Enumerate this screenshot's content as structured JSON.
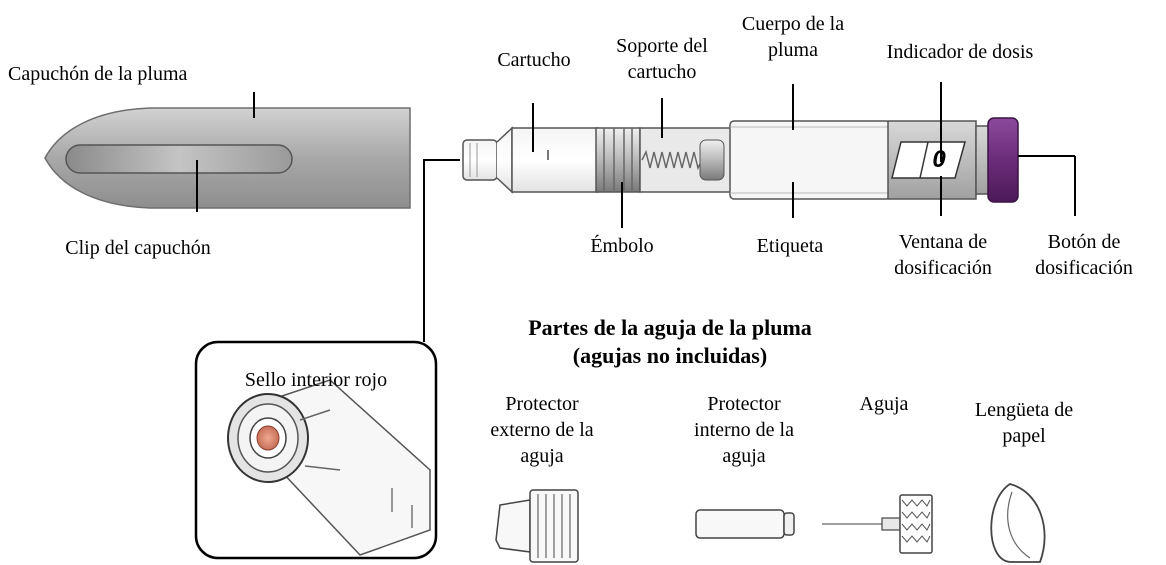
{
  "heading": {
    "line1": "Partes de la aguja de la pluma",
    "line2": "(agujas no incluidas)"
  },
  "pen_labels": {
    "cap": "Capuchón de la pluma",
    "cap_clip": "Clip del capuchón",
    "cartridge": "Cartucho",
    "cartridge_holder_1": "Soporte del",
    "cartridge_holder_2": "cartucho",
    "pen_body_1": "Cuerpo de la",
    "pen_body_2": "pluma",
    "dose_indicator": "Indicador de dosis",
    "plunger": "Émbolo",
    "label": "Etiqueta",
    "dose_window_1": "Ventana de",
    "dose_window_2": "dosificación",
    "dose_button_1": "Botón de",
    "dose_button_2": "dosificación",
    "red_seal": "Sello interior rojo",
    "dose_value": "0"
  },
  "needle_labels": {
    "outer_cap_1": "Protector",
    "outer_cap_2": "externo de la",
    "outer_cap_3": "aguja",
    "inner_cap_1": "Protector",
    "inner_cap_2": "interno de la",
    "inner_cap_3": "aguja",
    "needle": "Aguja",
    "paper_tab_1": "Lengüeta de",
    "paper_tab_2": "papel"
  },
  "colors": {
    "dose_button": "#6b2c7a",
    "red_seal": "#d98870",
    "cap_gray": "#a9a9a9"
  }
}
